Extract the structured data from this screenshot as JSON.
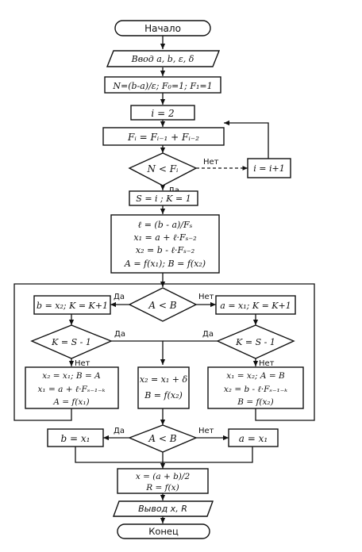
{
  "nodes": {
    "start": "Начало",
    "input": "Ввод  a, b, ε, δ",
    "init": "N=(b-a)/ε; F₀=1; F₁=1",
    "i2": "i = 2",
    "fib": "Fᵢ = Fᵢ₋₁ + Fᵢ₋₂",
    "cond_nf": "N < Fᵢ",
    "inc": "i = i+1",
    "s_assign": "S = i ;  K = 1",
    "calc": [
      "ℓ = (b - a)/Fₛ",
      "x₁ = a + ℓ·Fₛ₋₂",
      "x₂ = b - ℓ·Fₛ₋₂",
      "A = f(x₁); B = f(x₂)"
    ],
    "cond_ab1": "A < B",
    "left_assign": "b = x₂; K = K+1",
    "right_assign": "a = x₁; K = K+1",
    "cond_k_left": "K = S - 1",
    "cond_k_right": "K = S - 1",
    "box_left": [
      "x₂ = x₁; B = A",
      "x₁ = a + ℓ·Fₛ₋₁₋ₖ",
      "A = f(x₁)"
    ],
    "box_mid": [
      "x₂ = x₁ + δ",
      "B = f(x₂)"
    ],
    "box_right": [
      "x₁ = x₂;  A = B",
      "x₂ = b - ℓ·Fₛ₋₁₋ₖ",
      "B = f(x₂)"
    ],
    "cond_ab2": "A < B",
    "b_x1": "b = x₁",
    "a_x1": "a = x₁",
    "final": [
      "x = (a + b)/2",
      "R = f(x)"
    ],
    "output": "Вывод  x, R",
    "end": "Конец"
  },
  "labels": {
    "yes": "Да",
    "no": "Нет"
  }
}
